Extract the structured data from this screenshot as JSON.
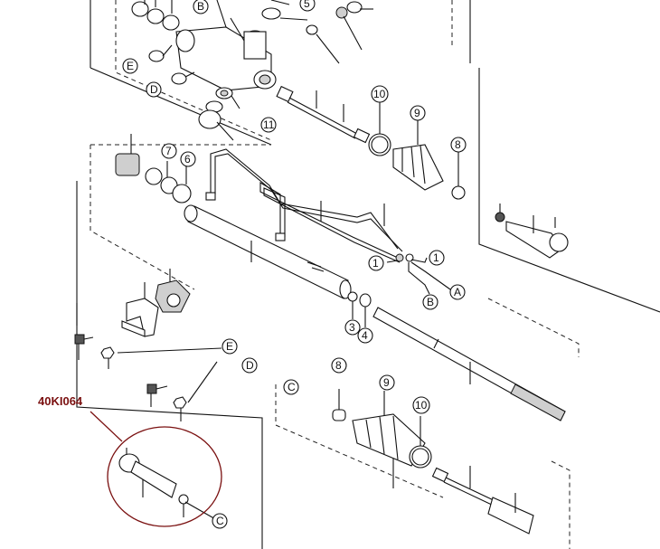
{
  "diagram": {
    "part_code": "40KI064",
    "labels": {
      "n1a": "1",
      "n1b": "1",
      "n3": "3",
      "n4": "4",
      "n5": "5",
      "n6": "6",
      "n7": "7",
      "n8a": "8",
      "n8b": "8",
      "n9a": "9",
      "n9b": "9",
      "n10a": "10",
      "n10b": "10",
      "n11": "11",
      "A": "A",
      "B1": "B",
      "B2": "B",
      "C1": "C",
      "C2": "C",
      "D1": "D",
      "D2": "D",
      "E1": "E",
      "E2": "E"
    },
    "colors": {
      "callout": "#7a1010",
      "line": "#111111"
    }
  }
}
